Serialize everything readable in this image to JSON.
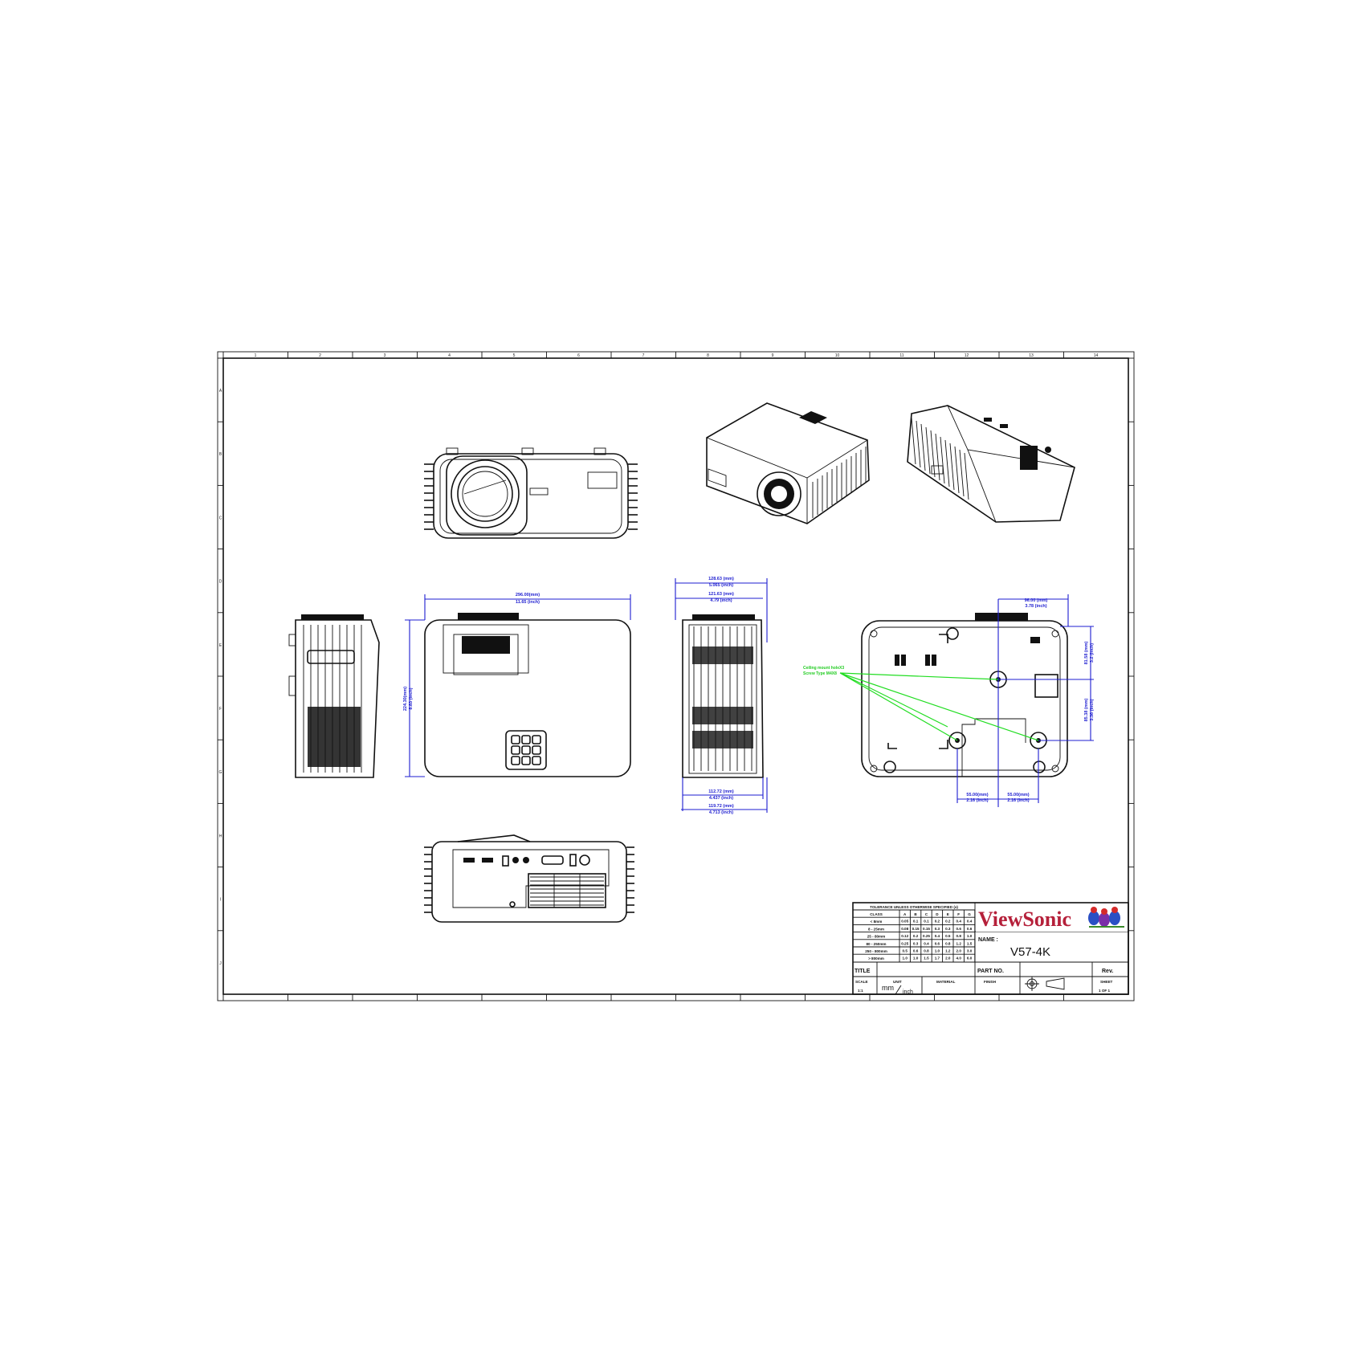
{
  "sheet": {
    "column_labels": [
      "1",
      "2",
      "3",
      "4",
      "5",
      "6",
      "7",
      "8",
      "9",
      "10",
      "11",
      "12",
      "13",
      "14"
    ],
    "row_labels": [
      "A",
      "B",
      "C",
      "D",
      "E",
      "F",
      "G",
      "H",
      "I",
      "J"
    ]
  },
  "dimensions": {
    "top_width": {
      "mm": "296.00(mm)",
      "inch": "11.65 (inch)"
    },
    "top_depth": {
      "mm": "224.30(mm)",
      "inch": "8.83 (inch)"
    },
    "side_overall": {
      "mm": "128.63 (mm)",
      "inch": "5.065 (inch)"
    },
    "side_body": {
      "mm": "121.63 (mm)",
      "inch": "4.79 (inch)"
    },
    "side_bottom_inner": {
      "mm": "112.72 (mm)",
      "inch": "4.437 (inch)"
    },
    "side_bottom_outer": {
      "mm": "119.72 (mm)",
      "inch": "4.713 (inch)"
    },
    "bottom_hole_offset_x": {
      "mm": "96.00 (mm)",
      "inch": "3.78 (inch)"
    },
    "bottom_hole_front": {
      "mm": "81.58 (mm)",
      "inch": "3.2 (inch)"
    },
    "bottom_hole_spacing_y": {
      "mm": "85.38 (mm)",
      "inch": "3.36 (inch)"
    },
    "bottom_hole_left": {
      "mm": "55.00(mm)",
      "inch": "2.16 (inch)"
    },
    "bottom_hole_right": {
      "mm": "55.00(mm)",
      "inch": "2.16 (inch)"
    }
  },
  "callout": {
    "line1": "Ceiling mount holeX3",
    "line2": "Screw Type M4X8"
  },
  "title_block": {
    "tolerance_header": "TOLERANCE UNLESS OTHERWISE SPECIFIED (±)",
    "class_label": "CLASS",
    "grades": [
      "A",
      "B",
      "C",
      "D",
      "E",
      "F",
      "G"
    ],
    "rows": [
      {
        "range": "< 8mm",
        "values": [
          "0.05",
          "0.1",
          "0.1",
          "0.2",
          "0.2",
          "0.4",
          "0.4"
        ]
      },
      {
        "range": "8 - 25mm",
        "values": [
          "0.08",
          "0.15",
          "0.15",
          "0.3",
          "0.3",
          "0.6",
          "0.6"
        ]
      },
      {
        "range": "25 - 80mm",
        "values": [
          "0.12",
          "0.2",
          "0.25",
          "0.4",
          "0.5",
          "0.8",
          "1.0"
        ]
      },
      {
        "range": "80 - 250mm",
        "values": [
          "0.25",
          "0.3",
          "0.4",
          "0.6",
          "0.8",
          "1.2",
          "1.5"
        ]
      },
      {
        "range": "250 - 800mm",
        "values": [
          "0.5",
          "0.6",
          "0.8",
          "1.0",
          "1.2",
          "2.0",
          "3.0"
        ]
      },
      {
        "range": "> 800mm",
        "values": [
          "1.0",
          "1.0",
          "1.5",
          "1.7",
          "2.0",
          "4.0",
          "6.0"
        ]
      }
    ],
    "brand": "ViewSonic",
    "brand_color": "#b5203a",
    "name_label": "NAME :",
    "name_value": "V57-4K",
    "title_label": "TITLE",
    "part_no_label": "PART NO.",
    "rev_label": "Rev.",
    "scale_label": "SCALE",
    "scale_value": "1:1",
    "unit_label": "UNIT",
    "unit_value_mm": "mm",
    "unit_value_inch": "inch",
    "material_label": "MATERIAL",
    "finish_label": "FINISH",
    "sheet_label": "SHEET",
    "sheet_value": "1 OF 1"
  },
  "colors": {
    "dimension": "#1d1dd0",
    "callout": "#22dd22",
    "line": "#111111"
  }
}
